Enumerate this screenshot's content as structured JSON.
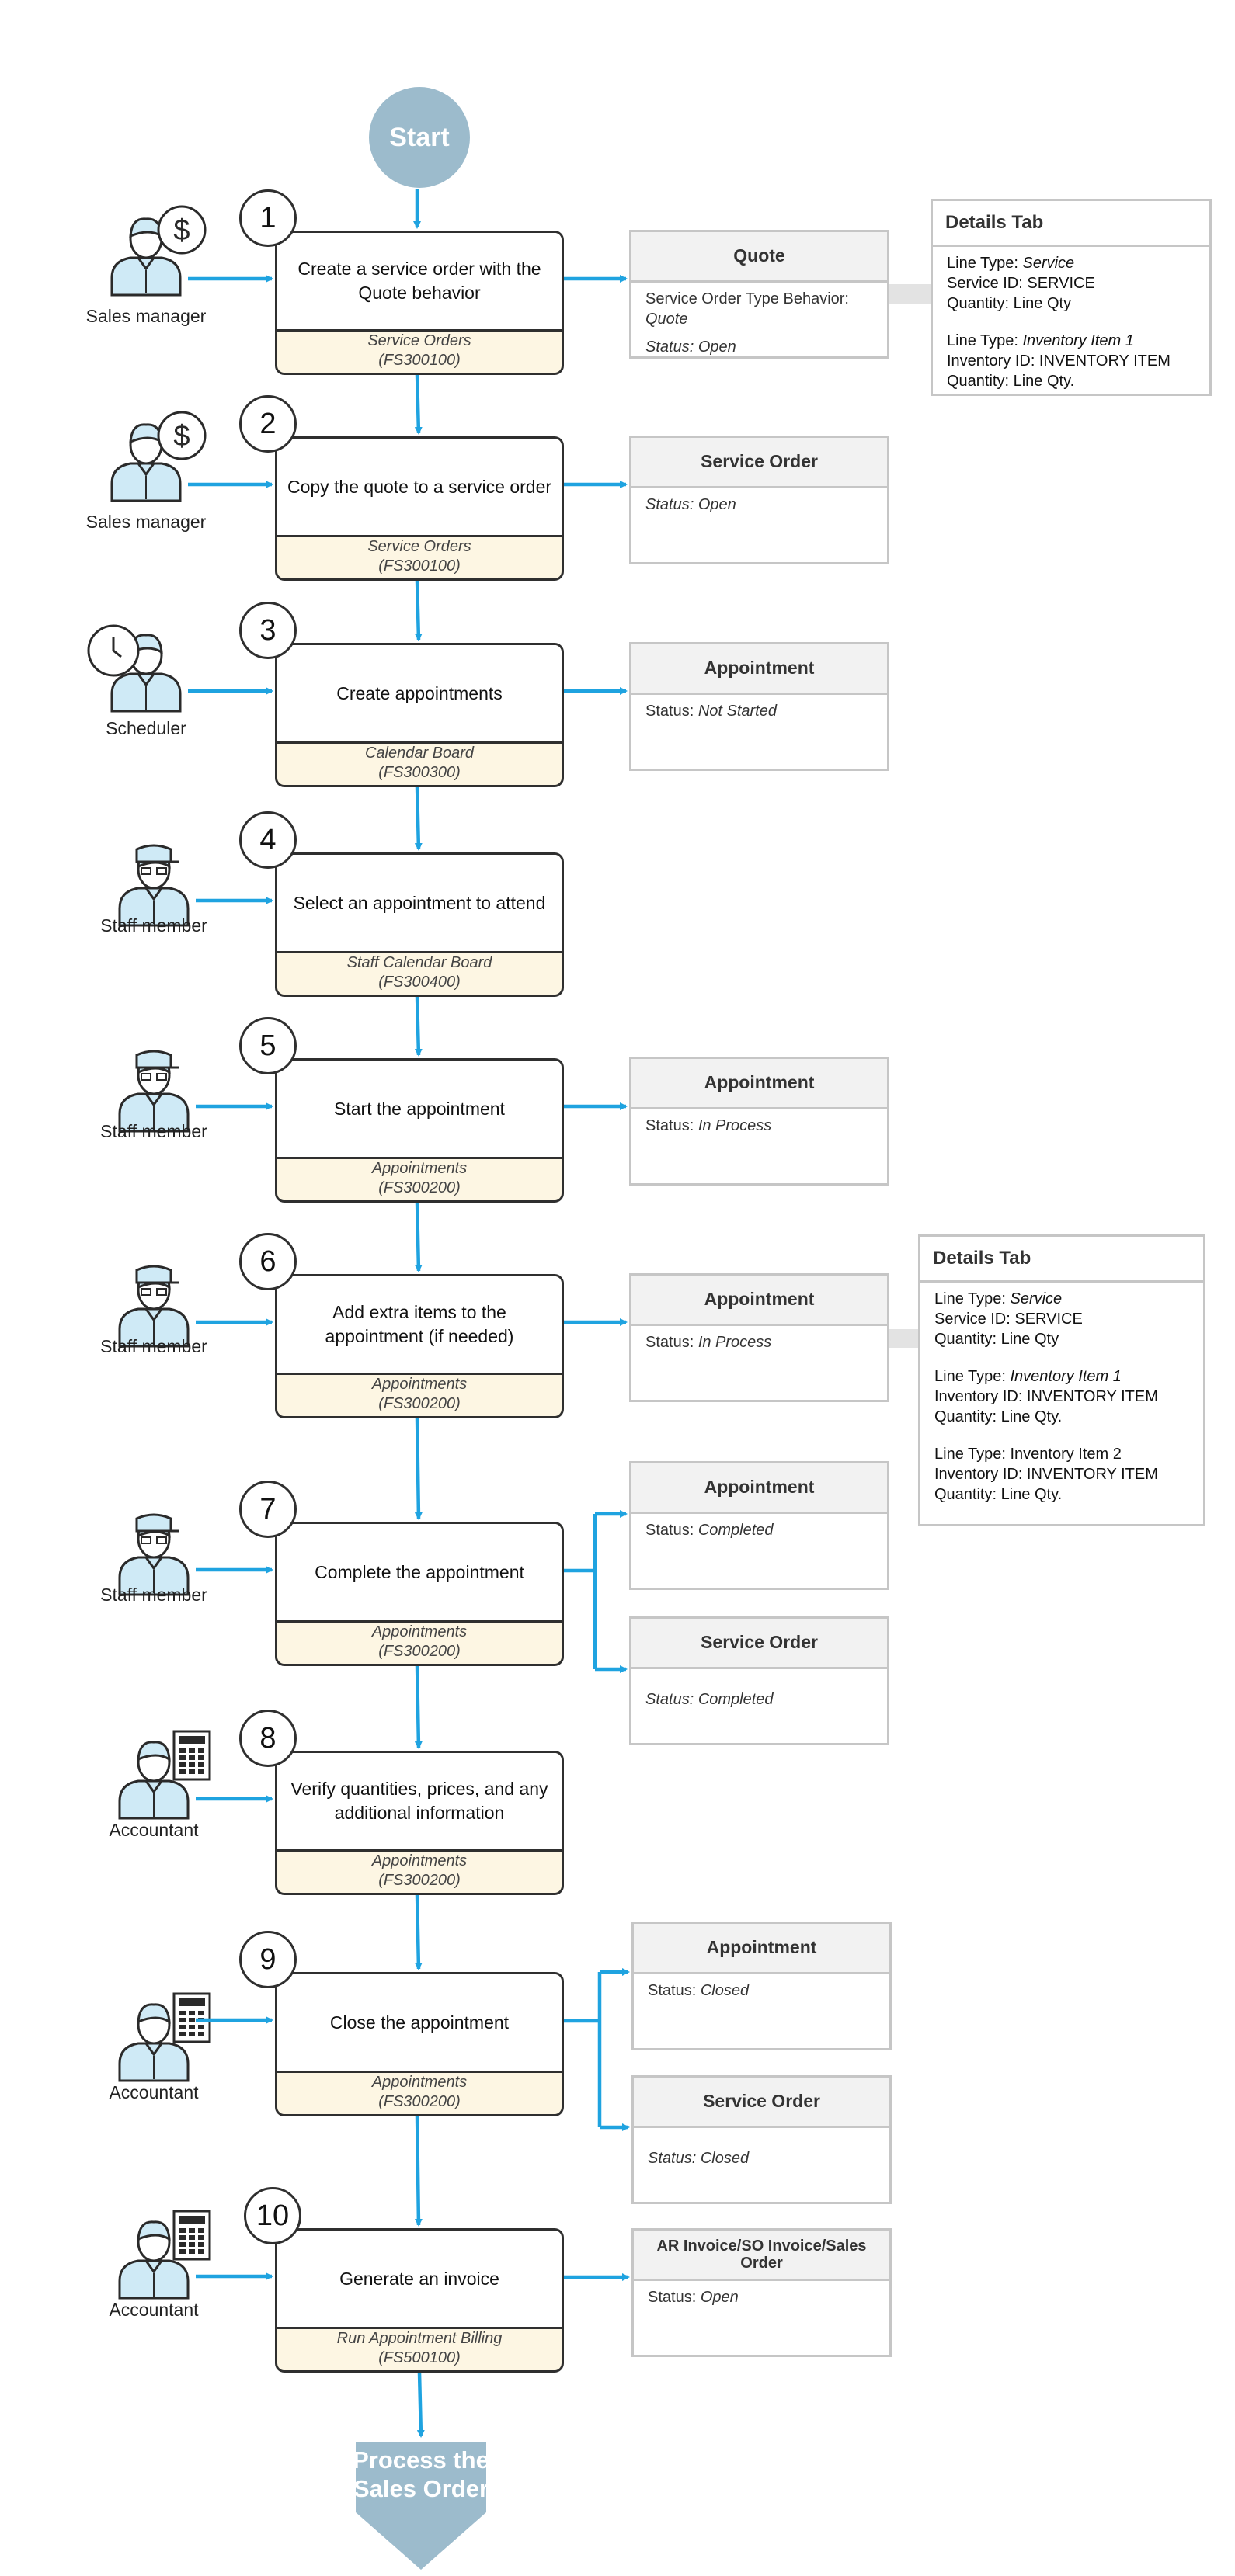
{
  "start_label": "Start",
  "end_label": "Process the Sales Order",
  "steps": [
    {
      "number": "1",
      "title": "Create a service order with the Quote behavior",
      "form": "Service Orders",
      "code": "(FS300100)",
      "role": "Sales manager"
    },
    {
      "number": "2",
      "title": "Copy the quote to a service order",
      "form": "Service Orders",
      "code": "(FS300100)",
      "role": "Sales manager"
    },
    {
      "number": "3",
      "title": "Create appointments",
      "form": "Calendar Board",
      "code": "(FS300300)",
      "role": "Scheduler"
    },
    {
      "number": "4",
      "title": "Select an appointment to attend",
      "form": "Staff Calendar Board",
      "code": "(FS300400)",
      "role": "Staff member"
    },
    {
      "number": "5",
      "title": "Start the appointment",
      "form": "Appointments",
      "code": "(FS300200)",
      "role": "Staff member"
    },
    {
      "number": "6",
      "title": "Add extra items to the appointment (if needed)",
      "form": "Appointments",
      "code": "(FS300200)",
      "role": "Staff member"
    },
    {
      "number": "7",
      "title": "Complete the appointment",
      "form": "Appointments",
      "code": "(FS300200)",
      "role": "Staff member"
    },
    {
      "number": "8",
      "title": "Verify quantities, prices, and any additional information",
      "form": "Appointments",
      "code": "(FS300200)",
      "role": "Accountant"
    },
    {
      "number": "9",
      "title": "Close the appointment",
      "form": "Appointments",
      "code": "(FS300200)",
      "role": "Accountant"
    },
    {
      "number": "10",
      "title": "Generate an invoice",
      "form": "Run Appointment Billing",
      "code": "(FS500100)",
      "role": "Accountant"
    }
  ],
  "status_boxes": [
    {
      "title": "Quote",
      "lines": [
        {
          "label": "",
          "value": "Service Order Type Behavior:"
        },
        {
          "label": "",
          "value": "Quote"
        },
        {
          "label": "",
          "value": "Status: Open"
        }
      ]
    },
    {
      "title": "Service Order",
      "lines": [
        {
          "label": "",
          "value": "Status: Open"
        }
      ]
    },
    {
      "title": "Appointment",
      "lines": [
        {
          "label": "Status: ",
          "value": "Not Started"
        }
      ]
    },
    {
      "title": "Appointment",
      "lines": [
        {
          "label": "Status: ",
          "value": "In Process"
        }
      ]
    },
    {
      "title": "Appointment",
      "lines": [
        {
          "label": "Status: ",
          "value": "In Process"
        }
      ]
    },
    {
      "title": "Appointment",
      "lines": [
        {
          "label": "Status: ",
          "value": "Completed"
        }
      ]
    },
    {
      "title": "Service Order",
      "lines": [
        {
          "label": "",
          "value": "Status: Completed"
        }
      ]
    },
    {
      "title": "Appointment",
      "lines": [
        {
          "label": "Status: ",
          "value": "Closed"
        }
      ]
    },
    {
      "title": "Service Order",
      "lines": [
        {
          "label": "",
          "value": "Status: Closed"
        }
      ]
    },
    {
      "title": "AR Invoice/SO Invoice/Sales Order",
      "lines": [
        {
          "label": "Status: ",
          "value": "Open"
        }
      ]
    }
  ],
  "details_tabs": [
    {
      "title": "Details Tab",
      "groups": [
        [
          {
            "label": "Line Type: ",
            "value": "Service"
          },
          {
            "label": "Service ID: SERVICE",
            "value": ""
          },
          {
            "label": "Quantity: Line Qty",
            "value": ""
          }
        ],
        [
          {
            "label": "Line Type: ",
            "value": "Inventory Item 1"
          },
          {
            "label": "Inventory ID: INVENTORY ITEM",
            "value": ""
          },
          {
            "label": "Quantity: Line Qty.",
            "value": ""
          }
        ]
      ]
    },
    {
      "title": "Details Tab",
      "groups": [
        [
          {
            "label": "Line Type: ",
            "value": "Service"
          },
          {
            "label": "Service ID: SERVICE",
            "value": ""
          },
          {
            "label": "Quantity: Line Qty",
            "value": ""
          }
        ],
        [
          {
            "label": "Line Type: ",
            "value": "Inventory Item 1"
          },
          {
            "label": "Inventory ID: INVENTORY ITEM",
            "value": ""
          },
          {
            "label": "Quantity: Line Qty.",
            "value": ""
          }
        ],
        [
          {
            "label": "Line Type: Inventory Item 2",
            "value": ""
          },
          {
            "label": "Inventory ID: INVENTORY ITEM",
            "value": ""
          },
          {
            "label": "Quantity: Line Qty.",
            "value": ""
          }
        ]
      ]
    }
  ],
  "colors": {
    "arrow": "#1fa3e0",
    "start_fill": "#9cbbcc",
    "step_border": "#2f2f2f",
    "step_footer": "#fdf6e3",
    "box_border": "#c6c6c6",
    "box_header": "#f2f2f2",
    "icon_fill": "#cfeaf6"
  }
}
